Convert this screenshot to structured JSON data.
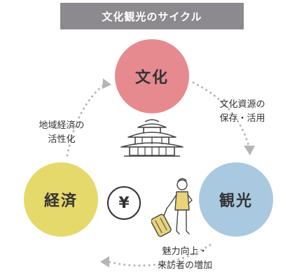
{
  "title": "文化観光のサイクル",
  "nodes": {
    "culture": "文化",
    "tourism": "観光",
    "economy": "経済"
  },
  "annotations": {
    "culture_to_tourism": "文化資源の\n保存・活用",
    "tourism_to_economy": "魅力向上・\n来訪者の増加",
    "economy_to_culture": "地域経済の\n活性化"
  },
  "yen_symbol": "¥",
  "colors": {
    "culture": "#e68a8f",
    "tourism": "#a9c9e0",
    "economy": "#e5d96c",
    "banner": "#8c8a8f",
    "arrows": "#b5b5b5"
  },
  "icons": [
    "temple-icon",
    "yen-coin-icon",
    "traveler-with-suitcase-icon"
  ]
}
